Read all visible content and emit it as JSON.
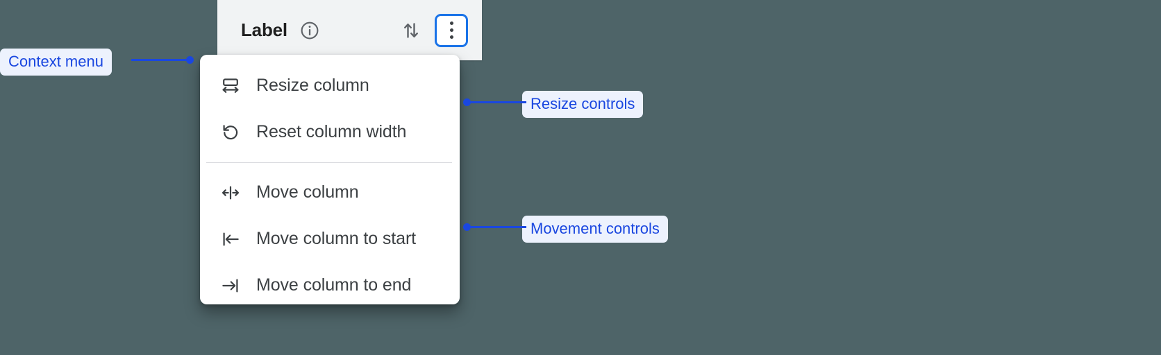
{
  "background_color": "#4e6468",
  "accent_color": "#1a73e8",
  "annotation_color": "#1a47e0",
  "annotation_badge_bg": "#edf2fd",
  "column_header": {
    "label": "Label",
    "info_icon": "info-circle-icon",
    "sort_icon": "sort-up-down-icon",
    "overflow_icon": "kebab-more-vert-icon",
    "background": "#f1f3f4"
  },
  "context_menu": {
    "groups": [
      {
        "name": "resize",
        "items": [
          {
            "label": "Resize column",
            "icon": "resize-column-icon"
          },
          {
            "label": "Reset column width",
            "icon": "reset-undo-icon"
          }
        ]
      },
      {
        "name": "movement",
        "items": [
          {
            "label": "Move column",
            "icon": "move-column-icon"
          },
          {
            "label": "Move column to start",
            "icon": "move-to-start-icon"
          },
          {
            "label": "Move column to end",
            "icon": "move-to-end-icon"
          }
        ]
      }
    ]
  },
  "annotations": [
    {
      "label": "Context menu"
    },
    {
      "label": "Resize controls"
    },
    {
      "label": "Movement controls"
    }
  ]
}
